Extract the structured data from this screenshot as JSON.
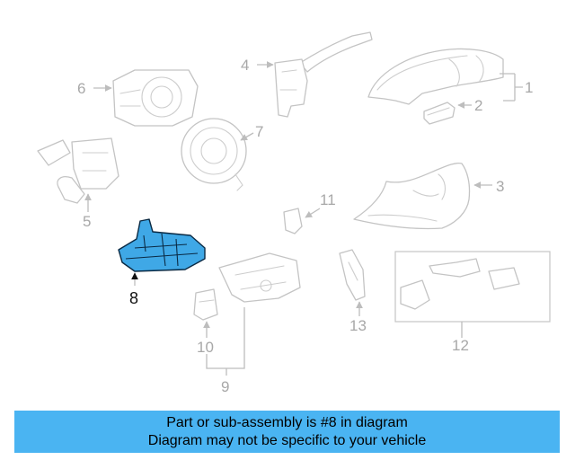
{
  "callouts": {
    "c1": "1",
    "c2": "2",
    "c3": "3",
    "c4": "4",
    "c5": "5",
    "c6": "6",
    "c7": "7",
    "c8": "8",
    "c9": "9",
    "c10": "10",
    "c11": "11",
    "c12": "12",
    "c13": "13"
  },
  "highlighted_part": "8",
  "colors": {
    "highlight": "#3fa8e6",
    "banner": "#4ab4f2",
    "line_art": "#c4c4c4"
  },
  "banner": {
    "line1": "Part or sub-assembly is #8 in diagram",
    "line2": "Diagram may not be specific to your vehicle"
  }
}
